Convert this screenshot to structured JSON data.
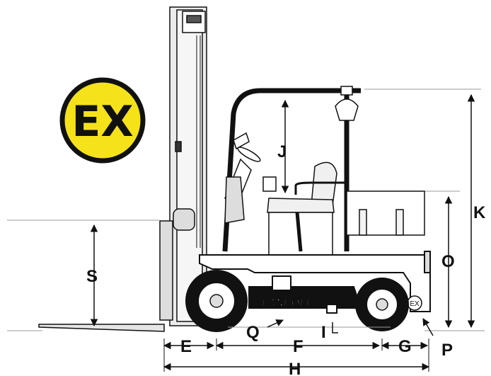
{
  "badge": {
    "text": "EX",
    "fill": "#f5e21b",
    "stroke": "#111111"
  },
  "decal": {
    "brand": "LANDOLL",
    "model": "FL60AC",
    "ex_mark": "EX"
  },
  "dimensions": {
    "e": "E",
    "f": "F",
    "g": "G",
    "h": "H",
    "i": "I",
    "j": "J",
    "k": "K",
    "o": "O",
    "p": "P",
    "q": "Q",
    "s": "S"
  },
  "colors": {
    "line": "#111111",
    "body": "#ffffff",
    "panel": "#111111",
    "mast": "#e8e8e8"
  }
}
